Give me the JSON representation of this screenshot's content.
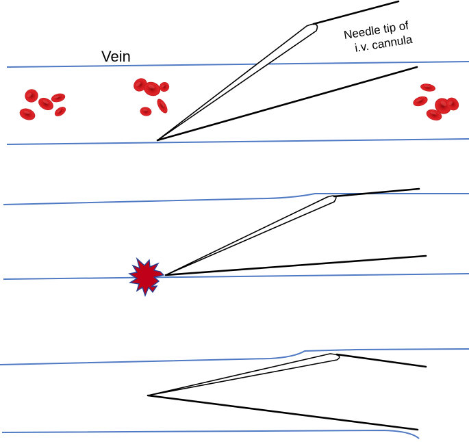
{
  "labels": {
    "vein": "Vein",
    "needle_line1": "Needle tip of",
    "needle_line2": "i.v. cannula"
  },
  "colors": {
    "vein_wall": "#4f79c2",
    "red_blood_cell": "#d4161c",
    "puncture_fill": "#c00018",
    "puncture_outline": "#2b3f8f",
    "needle": "#000000"
  },
  "panels": [
    {
      "stage": "needle inside vein lumen"
    },
    {
      "stage": "needle pierces back wall of vein"
    },
    {
      "stage": "needle withdrawn into vein"
    }
  ]
}
